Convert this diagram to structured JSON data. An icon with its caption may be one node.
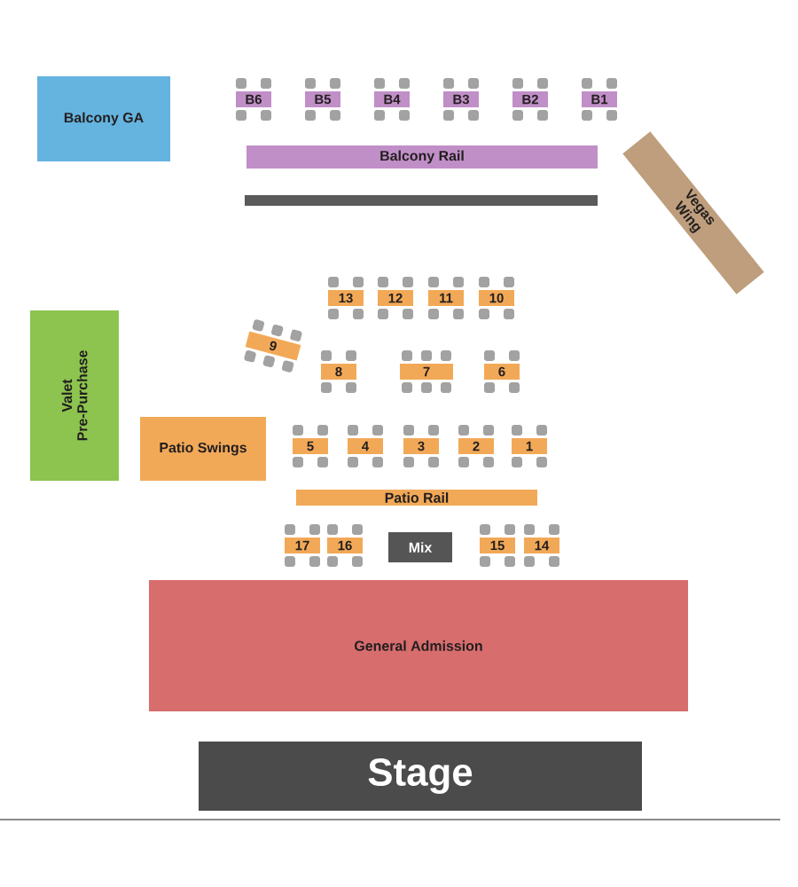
{
  "diagram": {
    "nodes": [
      {
        "text": [
          "Balcony GA"
        ]
      },
      {
        "text": [
          "B6"
        ]
      },
      {
        "text": [
          "B5"
        ]
      },
      {
        "text": [
          "B4"
        ]
      },
      {
        "text": [
          "B3"
        ]
      },
      {
        "text": [
          "B2"
        ]
      },
      {
        "text": [
          "B1"
        ]
      },
      {
        "text": [
          "Balcony Rail"
        ]
      },
      {
        "text": [],
        "shape": "bar"
      },
      {
        "text": [
          "Vegas Wing"
        ]
      },
      {
        "text": [
          "13"
        ]
      },
      {
        "text": [
          "12"
        ]
      },
      {
        "text": [
          "11"
        ]
      },
      {
        "text": [
          "10"
        ]
      },
      {
        "text": [
          "Valet Pre-Purchase"
        ]
      },
      {
        "text": [
          "9"
        ]
      },
      {
        "text": [
          "8"
        ]
      },
      {
        "text": [
          "7"
        ]
      },
      {
        "text": [
          "6"
        ]
      },
      {
        "text": [
          "Patio Swings"
        ]
      },
      {
        "text": [
          "5"
        ]
      },
      {
        "text": [
          "4"
        ]
      },
      {
        "text": [
          "3"
        ]
      },
      {
        "text": [
          "2"
        ]
      },
      {
        "text": [
          "1"
        ]
      },
      {
        "text": [
          "Patio Rail"
        ]
      },
      {
        "text": [
          "17"
        ]
      },
      {
        "text": [
          "16"
        ]
      },
      {
        "text": [
          "Mix"
        ]
      },
      {
        "text": [
          "15"
        ]
      },
      {
        "text": [
          "14"
        ]
      },
      {
        "text": [
          "General Admission"
        ]
      },
      {
        "text": [
          "Stage"
        ]
      }
    ]
  }
}
